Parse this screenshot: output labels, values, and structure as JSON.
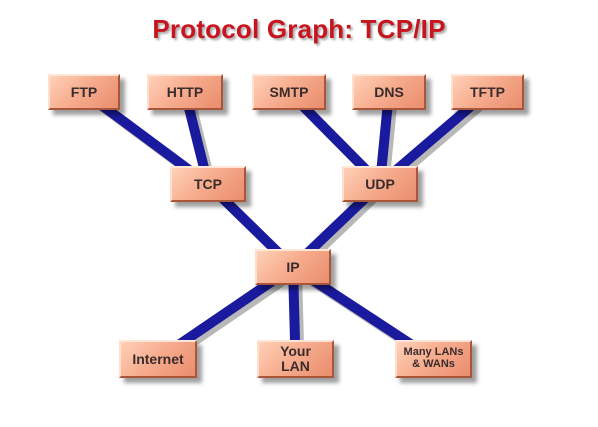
{
  "title": "Protocol Graph: TCP/IP",
  "colors": {
    "title": "#c8141e",
    "link": "#1a1a9e",
    "box_fill": "#f7ad8f",
    "box_text": "#3a2c2c"
  },
  "nodes": {
    "ftp": "FTP",
    "http": "HTTP",
    "smtp": "SMTP",
    "dns": "DNS",
    "tftp": "TFTP",
    "tcp": "TCP",
    "udp": "UDP",
    "ip": "IP",
    "internet": "Internet",
    "your_lan": "Your\nLAN",
    "many_lans": "Many LANs\n& WANs"
  },
  "links": [
    [
      "ftp",
      "tcp"
    ],
    [
      "http",
      "tcp"
    ],
    [
      "smtp",
      "udp"
    ],
    [
      "dns",
      "udp"
    ],
    [
      "tftp",
      "udp"
    ],
    [
      "tcp",
      "ip"
    ],
    [
      "udp",
      "ip"
    ],
    [
      "ip",
      "internet"
    ],
    [
      "ip",
      "your_lan"
    ],
    [
      "ip",
      "many_lans"
    ]
  ]
}
